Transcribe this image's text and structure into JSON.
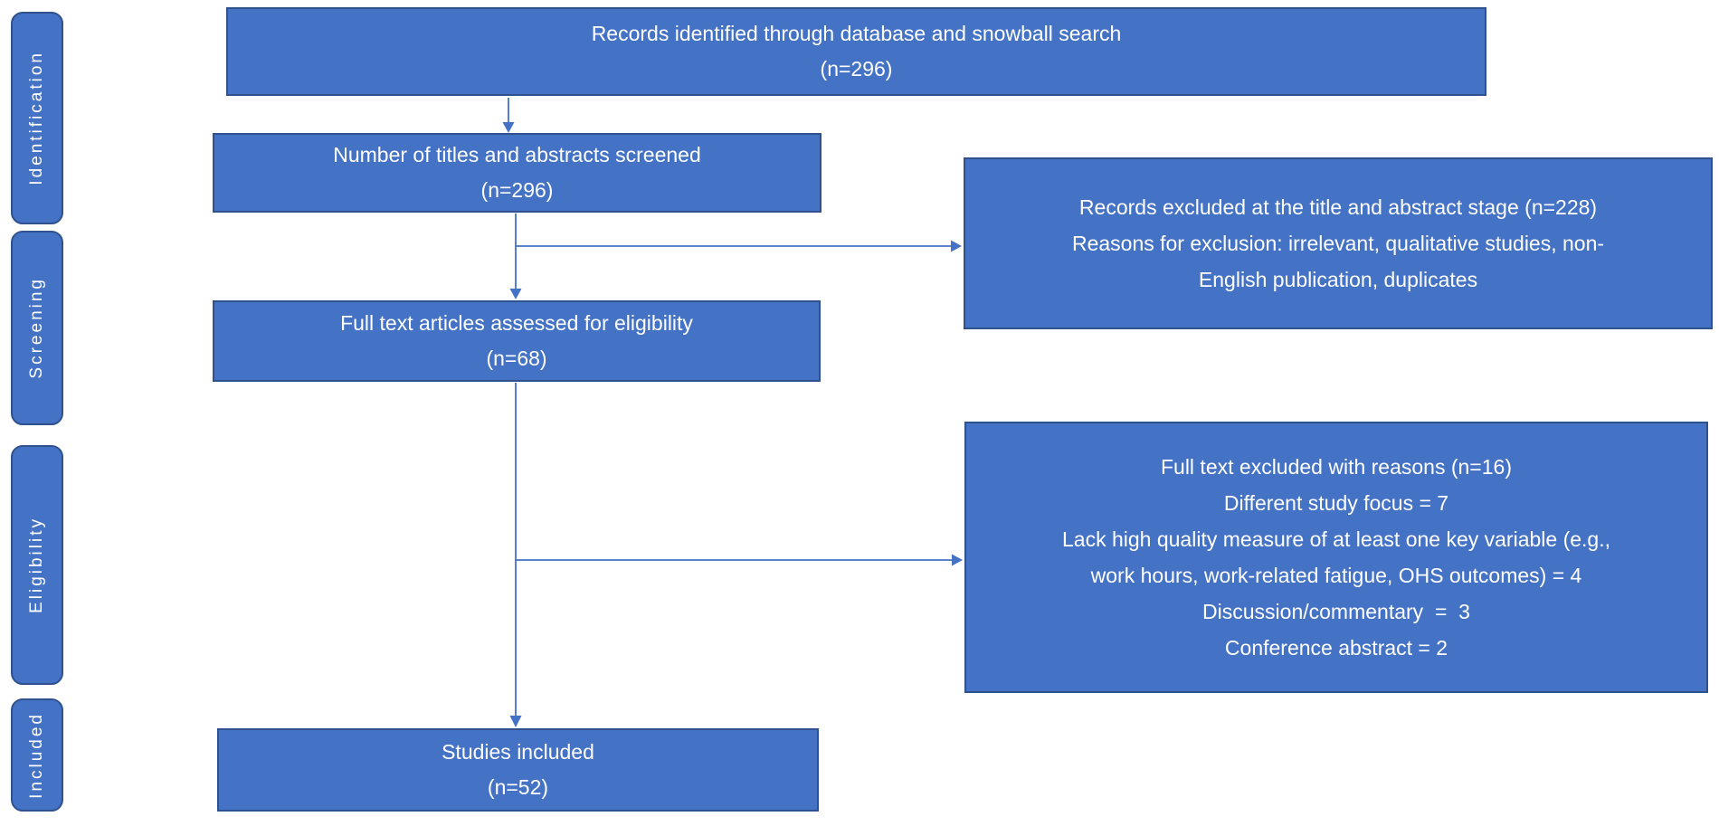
{
  "colors": {
    "box_fill": "#4472C4",
    "box_border": "#2F528F",
    "arrow": "#4472C4",
    "text": "#FFFFFF",
    "background": "#FFFFFF"
  },
  "sidebar": {
    "items": [
      {
        "label": "Identification"
      },
      {
        "label": "Screening"
      },
      {
        "label": "Eligibility"
      },
      {
        "label": "Included"
      }
    ]
  },
  "flow": {
    "records_identified": {
      "text": "Records identified through database and snowball search\n(n=296)",
      "n": 296
    },
    "titles_screened": {
      "text": "Number of titles and abstracts screened\n(n=296)",
      "n": 296
    },
    "records_excluded": {
      "text": "Records excluded at the title and abstract stage (n=228)\nReasons for exclusion: irrelevant, qualitative studies, non-\nEnglish publication, duplicates",
      "n": 228
    },
    "fulltext_assessed": {
      "text": "Full text articles assessed for eligibility\n(n=68)",
      "n": 68
    },
    "fulltext_excluded": {
      "text": "Full text excluded with reasons (n=16)\nDifferent study focus = 7\nLack high quality measure of at least one key variable (e.g.,\nwork hours, work-related fatigue, OHS outcomes) = 4\nDiscussion/commentary  =  3\nConference abstract = 2",
      "n": 16
    },
    "studies_included": {
      "text": "Studies included\n(n=52)",
      "n": 52
    }
  }
}
